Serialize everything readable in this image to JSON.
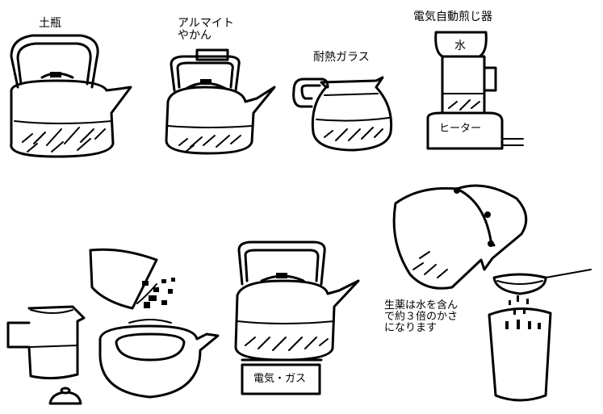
{
  "labels": {
    "clay_pot": "土瓶",
    "alumite_kettle": "アルマイト\nやかん",
    "heat_glass": "耐熱ガラス",
    "electric_brewer": "電気自動煎じ器",
    "water": "水",
    "heater": "ヒーター",
    "electric_gas": "電気・ガス",
    "note": "生薬は水を含ん\nで約３倍のかさ\nになります"
  }
}
